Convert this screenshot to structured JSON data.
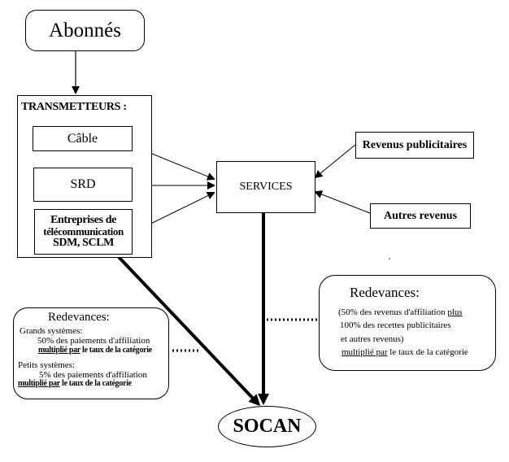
{
  "nodes": {
    "abonnes": "Abonnés",
    "transmetteurs_title": "TRANSMETTEURS :",
    "cable": "Câble",
    "srd": "SRD",
    "entreprises_line1": "Entreprises de",
    "entreprises_line2": "télécommunication",
    "entreprises_line3": "SDM, SCLM",
    "services": "SERVICES",
    "revenus_publicitaires": "Revenus publicitaires",
    "autres_revenus": "Autres revenus",
    "socan": "SOCAN"
  },
  "redevances_left": {
    "title": "Redevances:",
    "grands_label": "Grands systèmes:",
    "grands_rate": "50% des paiements d'affiliation",
    "grands_mult_u": "multiplié par",
    "grands_mult_rest": " le taux de la catégorie",
    "petits_label": "Petits systèmes:",
    "petits_rate": "5% des paiements d'affiliation",
    "petits_mult_u": "multiplié par",
    "petits_mult_rest": " le taux de la catégorie"
  },
  "redevances_right": {
    "title": "Redevances:",
    "line1_a": "(50% des revenus d'affiliation ",
    "line1_plus": "plus",
    "line2": "100% des recettes publicitaires",
    "line3": "et autres revenus)",
    "line4_u": "multiplié par",
    "line4_rest": " le taux de la catégorie"
  }
}
